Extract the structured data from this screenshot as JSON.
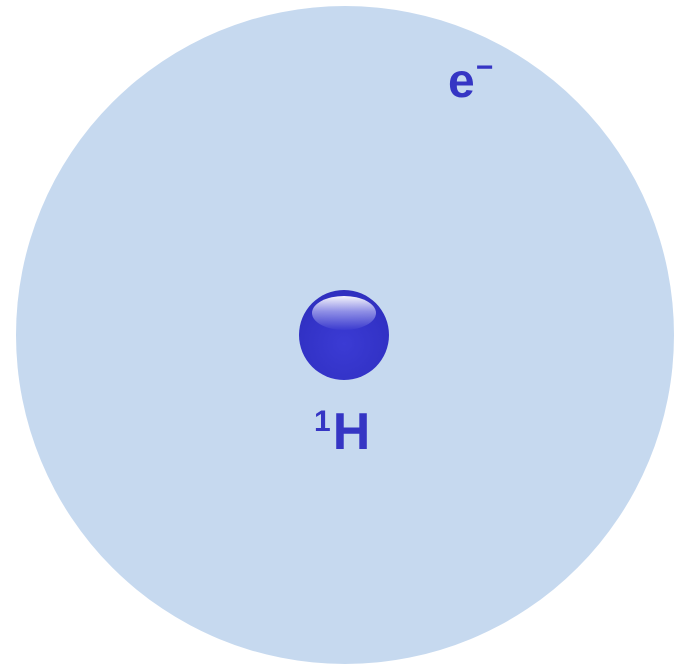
{
  "colors": {
    "cloud": "#c6d9ef",
    "nucleus": "#3232c6",
    "label": "#3535c4",
    "background": "#ffffff"
  },
  "electron": {
    "symbol": "e",
    "charge": "−"
  },
  "nucleus": {
    "mass_number": "1",
    "element": "H"
  }
}
